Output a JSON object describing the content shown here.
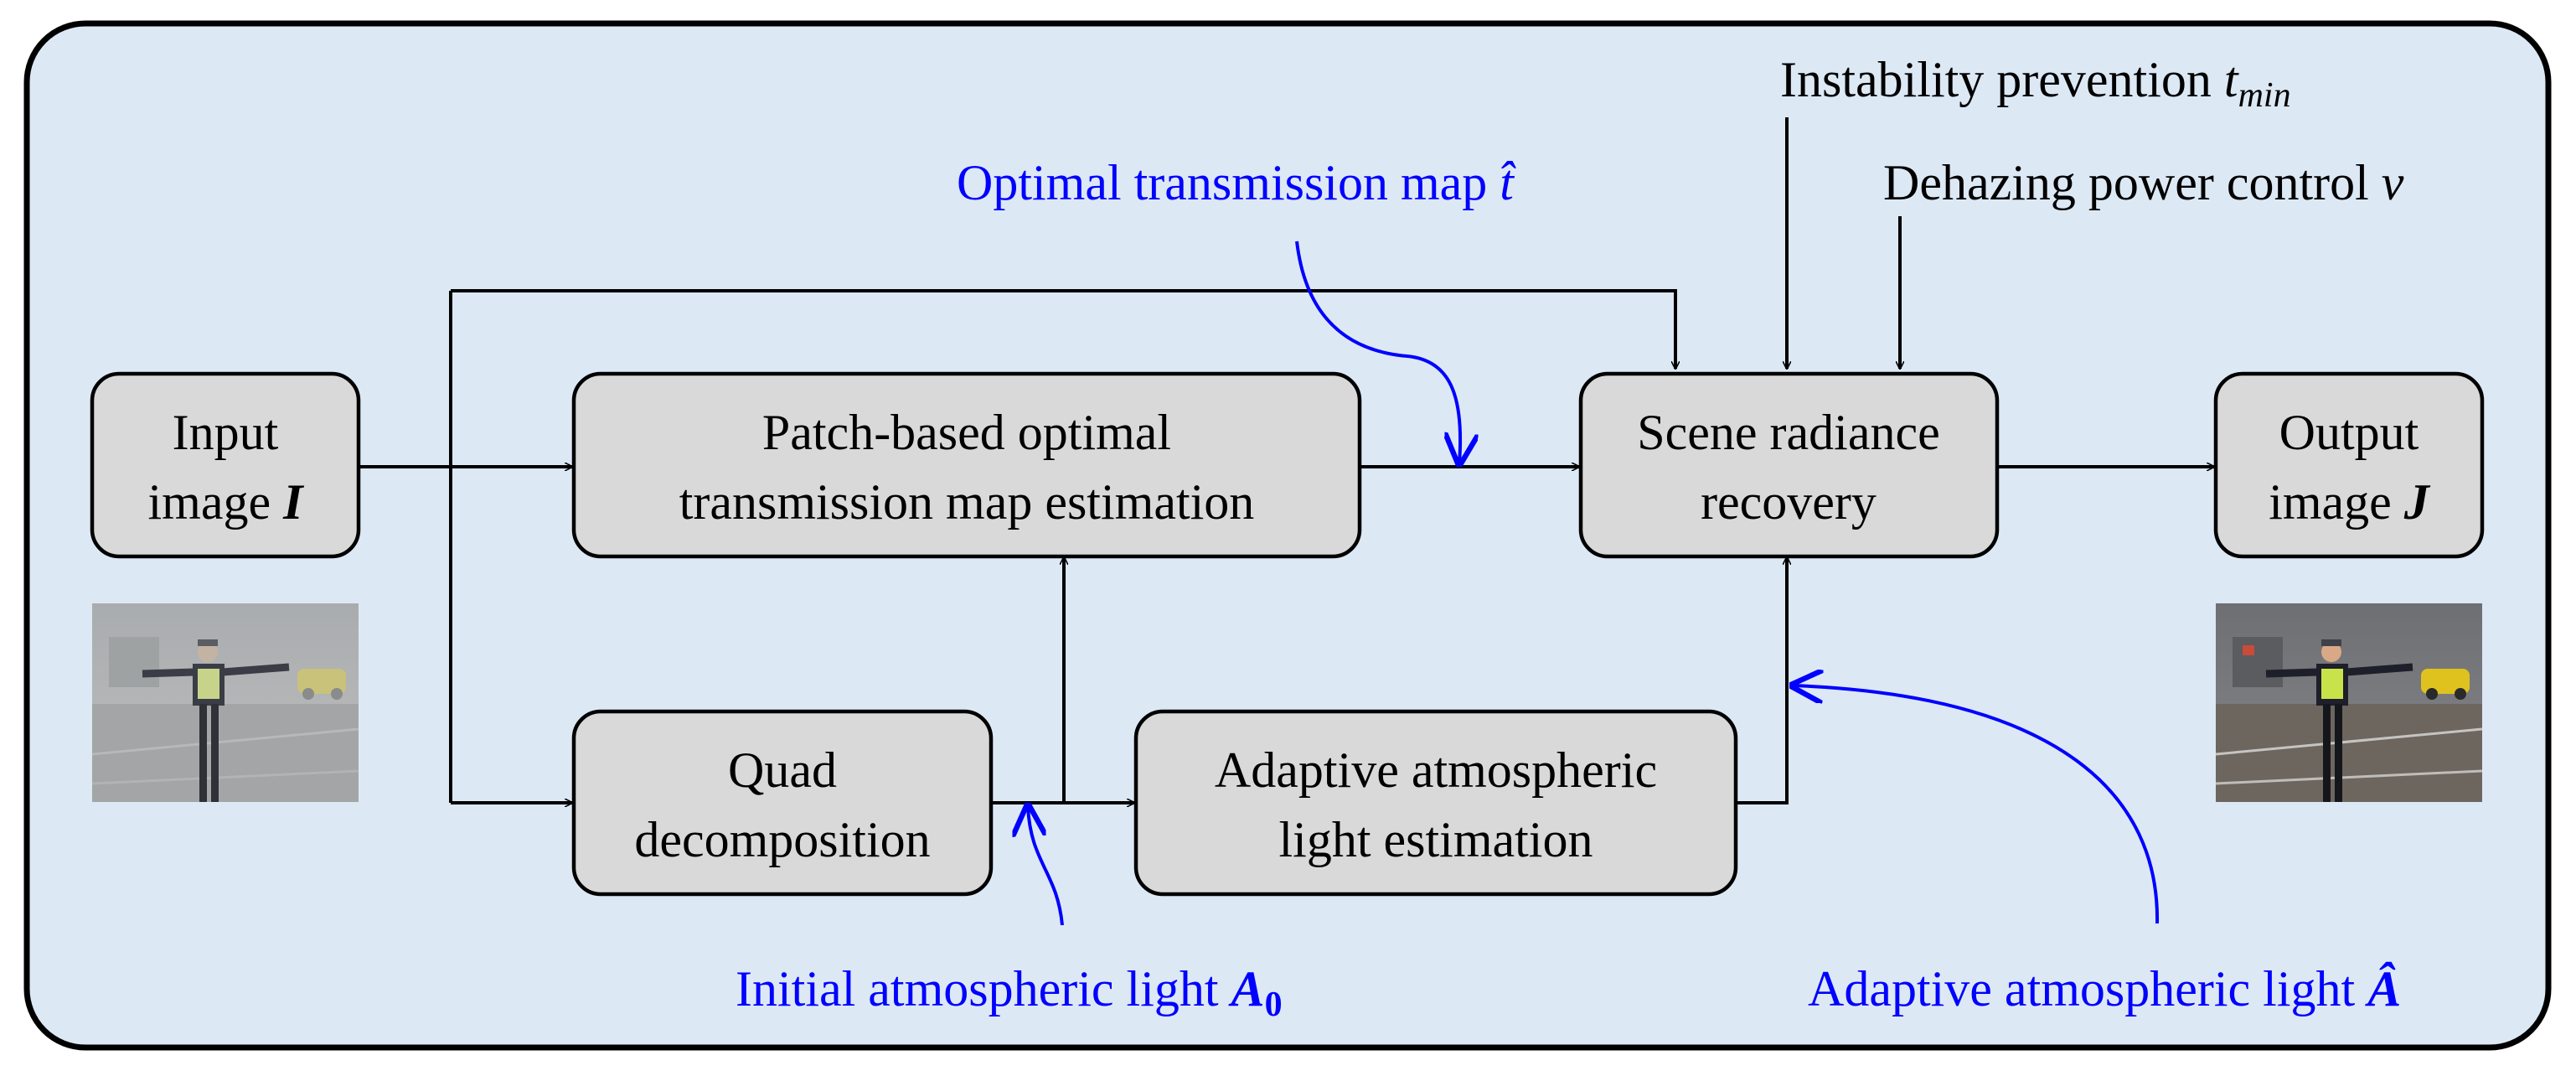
{
  "colors": {
    "frame_fill": "#dde8f5",
    "box_fill": "#d9d9d9",
    "annotation_blue": "#0000ff",
    "line_black": "#000000"
  },
  "blocks": {
    "input": {
      "line1": "Input",
      "line2_text": "image ",
      "line2_symbol": "I"
    },
    "patch": {
      "line1": "Patch-based optimal",
      "line2": "transmission map estimation"
    },
    "quad": {
      "line1": "Quad",
      "line2": "decomposition"
    },
    "adaptive": {
      "line1": "Adaptive atmospheric",
      "line2": "light estimation"
    },
    "scene": {
      "line1": "Scene radiance",
      "line2": "recovery"
    },
    "output": {
      "line1": "Output",
      "line2_text": "image ",
      "line2_symbol": "J"
    }
  },
  "annotations": {
    "optimal_map": {
      "text": "Optimal transmission map ",
      "symbol": "t̂"
    },
    "initial_light": {
      "text": "Initial atmospheric light ",
      "symbol": "A",
      "subscript": "0"
    },
    "adaptive_light": {
      "text": "Adaptive atmospheric light ",
      "symbol": "Â"
    }
  },
  "parameters": {
    "instability": {
      "text": "Instability prevention ",
      "symbol": "t",
      "subscript": "min"
    },
    "dehazing": {
      "text": "Dehazing power control ",
      "symbol": "ν"
    }
  },
  "images": {
    "input_photo": "hazy-traffic-police-photo",
    "output_photo": "dehazed-traffic-police-photo"
  }
}
